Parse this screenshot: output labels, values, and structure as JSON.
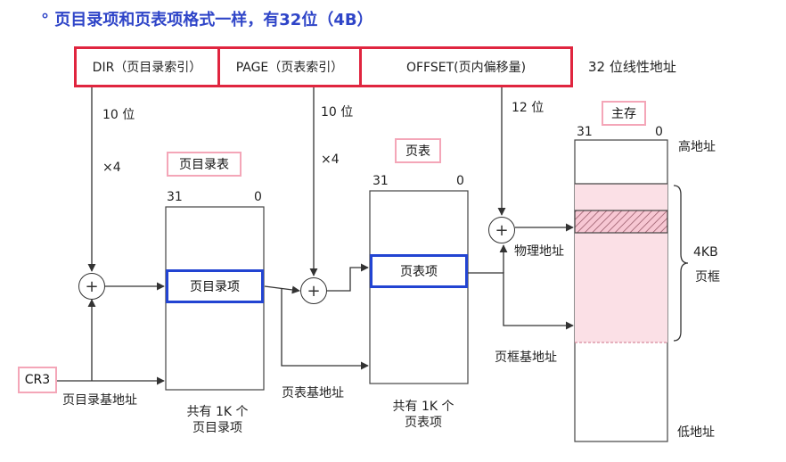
{
  "title": "° 页目录项和页表项格式一样，有32位（4B）",
  "linear_address": {
    "dir": "DIR（页目录索引）",
    "page": "PAGE（页表索引）",
    "offset": "OFFSET(页内偏移量)",
    "caption": "32 位线性地址"
  },
  "bits": {
    "dir": "10 位",
    "page": "10 位",
    "offset": "12 位",
    "times4_a": "×4",
    "times4_b": "×4"
  },
  "page_directory": {
    "title": "页目录表",
    "bit_high": "31",
    "bit_low": "0",
    "entry": "页目录项",
    "count_line1": "共有 1K 个",
    "count_line2": "页目录项",
    "base_label": "页目录基地址"
  },
  "page_table": {
    "title": "页表",
    "bit_high": "31",
    "bit_low": "0",
    "entry": "页表项",
    "count_line1": "共有 1K 个",
    "count_line2": "页表项",
    "base_label": "页表基地址"
  },
  "memory": {
    "title": "主存",
    "bit_high": "31",
    "bit_low": "0",
    "high": "高地址",
    "low": "低地址",
    "physical": "物理地址",
    "frame_base": "页框基地址",
    "frame_size": "4KB",
    "frame_label": "页框"
  },
  "cr3": "CR3",
  "plus_sign": "+",
  "colors": {
    "title": "#2f45c8",
    "red_border": "#e0253f",
    "pink_border": "#f4a6b8",
    "blue_border": "#2244d2",
    "frame_fill": "#fbe0e6"
  }
}
